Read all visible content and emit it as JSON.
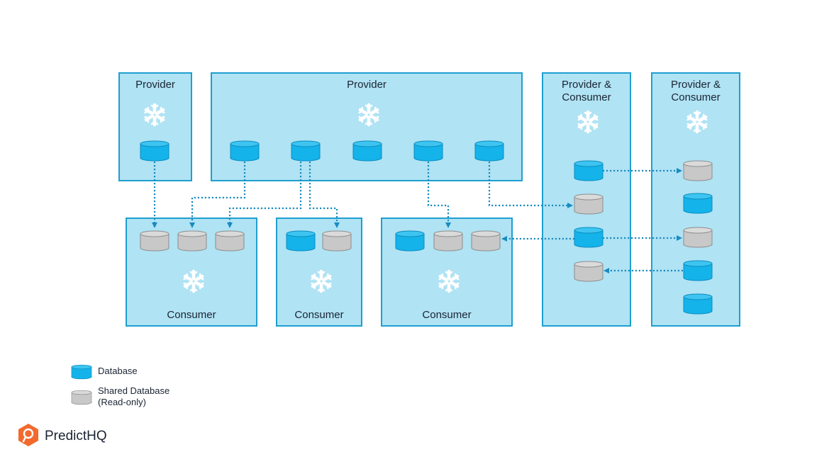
{
  "diagram": {
    "boxes": [
      {
        "id": "p1",
        "title": "Provider"
      },
      {
        "id": "p2",
        "title": "Provider"
      },
      {
        "id": "pc1",
        "title_line1": "Provider &",
        "title_line2": "Consumer"
      },
      {
        "id": "pc2",
        "title_line1": "Provider &",
        "title_line2": "Consumer"
      },
      {
        "id": "c1",
        "title": "Consumer"
      },
      {
        "id": "c2",
        "title": "Consumer"
      },
      {
        "id": "c3",
        "title": "Consumer"
      }
    ]
  },
  "legend": {
    "database": "Database",
    "shared_line1": "Shared Database",
    "shared_line2": "(Read-only)"
  },
  "brand": {
    "name": "PredictHQ"
  },
  "colors": {
    "box_fill": "#b0e3f4",
    "box_stroke": "#1f9fd0",
    "database": "#14b3ea",
    "shared_database": "#cbcbcb",
    "connector": "#1a8bc0",
    "brand_orange": "#f26a2e"
  }
}
